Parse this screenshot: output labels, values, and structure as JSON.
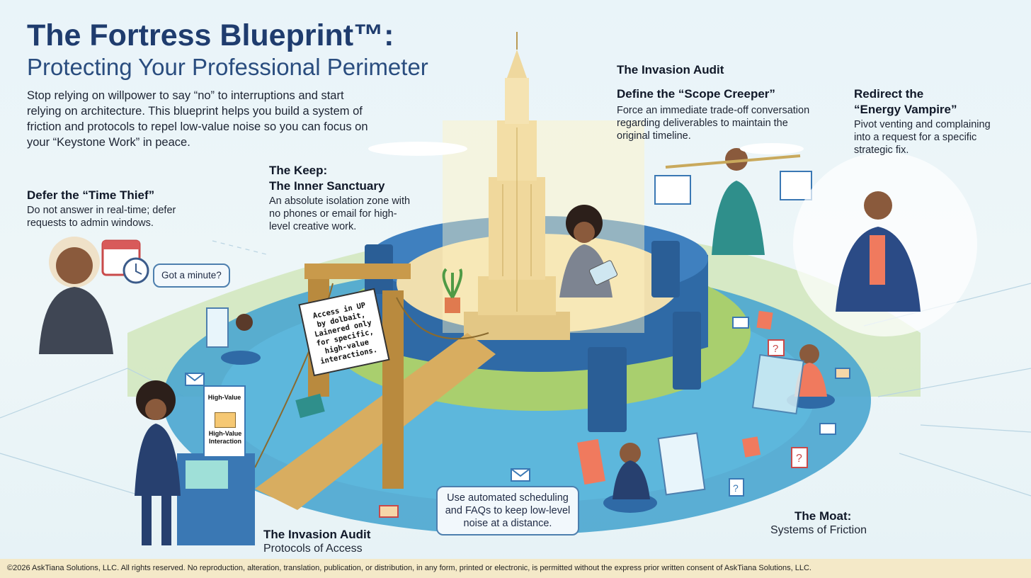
{
  "header": {
    "title": "The Fortress Blueprint™:",
    "subtitle": "Protecting Your Professional Perimeter",
    "intro": "Stop relying on willpower to say “no” to interruptions and start relying on architecture. This blueprint helps you build a system of friction and protocols to repel low-value noise so you can focus on your “Keystone Work” in peace."
  },
  "keep": {
    "heading": "The Keep:\nThe Inner Sanctuary",
    "text": "An absolute isolation zone with no phones or email for high-level creative work."
  },
  "time_thief": {
    "heading": "Defer the “Time Thief”",
    "text": "Do not answer in real-time; defer requests to admin windows.",
    "bubble": "Got a minute?"
  },
  "invasion_audit_top": {
    "heading": "The Invasion Audit"
  },
  "scope_creeper": {
    "heading": "Define the “Scope Creeper”",
    "text": "Force an immediate trade-off conversation regarding deliverables to maintain the original timeline."
  },
  "energy_vampire": {
    "heading": "Redirect the\n“Energy Vampire”",
    "text": "Pivot venting and complaining into a request for a specific strategic fix."
  },
  "bridge_sign": {
    "text": "Access in UP by dolbait, Lainered only for specific, high-value interactions."
  },
  "kiosk_sign": {
    "line1": "High-Value",
    "line2": "High-Value Interaction"
  },
  "moat_bubble": {
    "text": "Use automated scheduling and FAQs to keep low-level noise at a distance."
  },
  "protocols": {
    "heading": "The Invasion Audit",
    "text": "Protocols of Access"
  },
  "moat": {
    "heading": "The Moat:",
    "text": "Systems of Friction"
  },
  "footer": {
    "text": "©2026 AskTiana Solutions, LLC. All rights reserved. No reproduction, alteration, translation, publication, or distribution, in any form, printed or electronic, is permitted without the express prior written consent of AskTiana Solutions, LLC."
  },
  "colors": {
    "title": "#1f3c6e",
    "water": "#4aa6cf",
    "wall": "#2f6aa6",
    "tower": "#e8cf8f",
    "bridge": "#c99a4b",
    "footer_bg": "#f4e9c8"
  },
  "icons": [
    "calendar-icon",
    "clock-icon",
    "envelope-icon",
    "question-icon",
    "scale-icon",
    "tablet-icon",
    "plant-icon"
  ]
}
